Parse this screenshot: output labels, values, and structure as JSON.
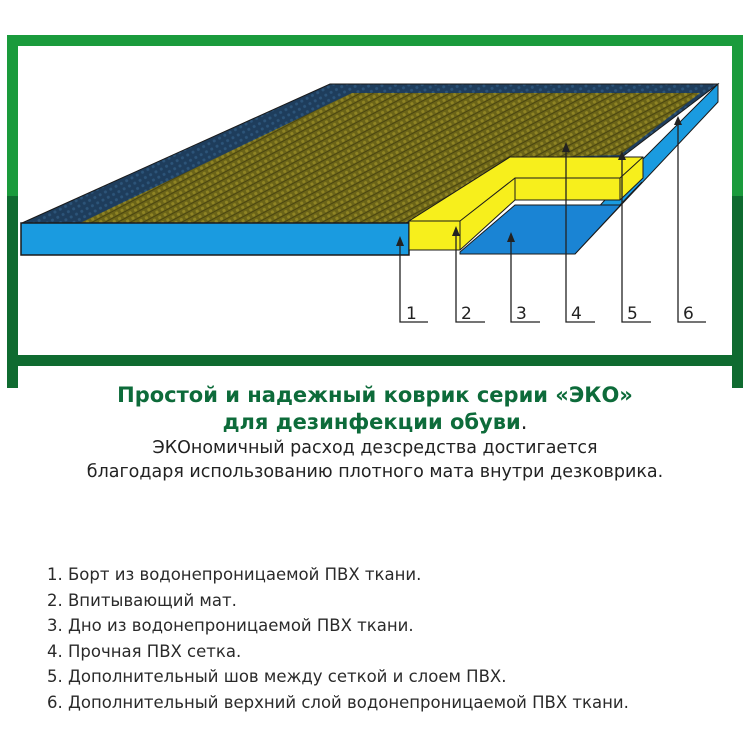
{
  "diagram": {
    "frame_colors": {
      "top": "#1a9b3c",
      "bottom": "#0f6b30"
    },
    "layer_colors": {
      "side_blue": "#1a9be0",
      "bottom_blue": "#1a84d4",
      "mat_yellow": "#f7ef1c",
      "mesh_olive": "#6b6418",
      "mesh_dark": "#1e3d5c",
      "outline": "#1a1a1a"
    },
    "callouts": [
      {
        "number": "1"
      },
      {
        "number": "2"
      },
      {
        "number": "3"
      },
      {
        "number": "4"
      },
      {
        "number": "5"
      },
      {
        "number": "6"
      }
    ]
  },
  "heading": {
    "line1": "Простой и надежный коврик серии «ЭКО»",
    "line2": "для дезинфекции обуви",
    "line2_end": ".",
    "subtitle1": "ЭКОномичный расход дезсредства достигается",
    "subtitle2": "благодаря использованию плотного мата внутри дезковрика."
  },
  "legend": {
    "items": [
      "1. Борт из водонепроницаемой ПВХ ткани.",
      "2. Впитывающий мат.",
      "3. Дно из водонепроницаемой ПВХ ткани.",
      "4. Прочная ПВХ сетка.",
      "5. Дополнительный шов между сеткой и слоем ПВХ.",
      "6. Дополнительный верхний слой водонепроницаемой ПВХ ткани."
    ]
  }
}
